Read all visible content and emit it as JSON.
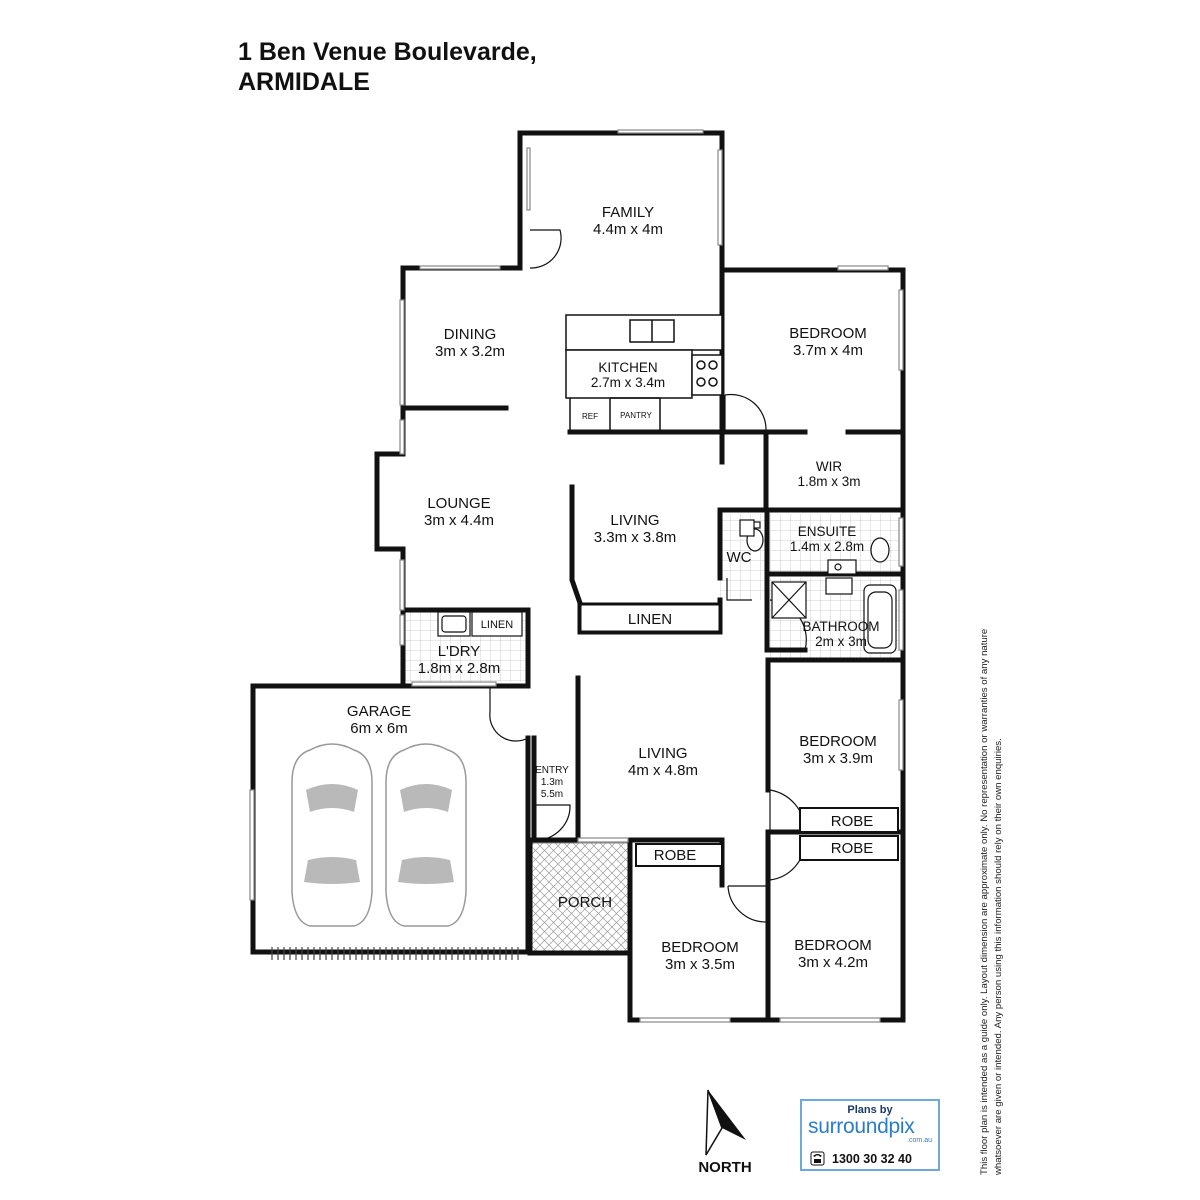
{
  "address": {
    "line1": "1 Ben Venue Boulevarde,",
    "line2": "ARMIDALE"
  },
  "colors": {
    "wall": "#111111",
    "tile": "#c8c8c8",
    "window": "#9a9a9a",
    "car": "#b9b9b9",
    "brand": "#2b7dc8"
  },
  "rooms": [
    {
      "id": "family",
      "name": "FAMILY",
      "size": "4.4m x 4m"
    },
    {
      "id": "bedroom-1",
      "name": "BEDROOM",
      "size": "3.7m x 4m"
    },
    {
      "id": "dining",
      "name": "DINING",
      "size": "3m x 3.2m"
    },
    {
      "id": "kitchen",
      "name": "KITCHEN",
      "size": "2.7m x 3.4m"
    },
    {
      "id": "wir",
      "name": "WIR",
      "size": "1.8m x 3m"
    },
    {
      "id": "lounge",
      "name": "LOUNGE",
      "size": "3m x 4.4m"
    },
    {
      "id": "living-1",
      "name": "LIVING",
      "size": "3.3m x 3.8m"
    },
    {
      "id": "ensuite",
      "name": "ENSUITE",
      "size": "1.4m x 2.8m"
    },
    {
      "id": "bathroom",
      "name": "BATHROOM",
      "size": "2m x 3m"
    },
    {
      "id": "laundry",
      "name": "L'DRY",
      "size": "1.8m x 2.8m"
    },
    {
      "id": "garage",
      "name": "GARAGE",
      "size": "6m x 6m"
    },
    {
      "id": "living-2",
      "name": "LIVING",
      "size": "4m x 4.8m"
    },
    {
      "id": "bedroom-2",
      "name": "BEDROOM",
      "size": "3m x 3.9m"
    },
    {
      "id": "bedroom-3",
      "name": "BEDROOM",
      "size": "3m x 3.5m"
    },
    {
      "id": "bedroom-4",
      "name": "BEDROOM",
      "size": "3m x 4.2m"
    }
  ],
  "entry": {
    "name": "ENTRY",
    "size1": "1.3m",
    "size2": "5.5m"
  },
  "labels": {
    "wc": "WC",
    "linen_hall": "LINEN",
    "linen_ldry": "LINEN",
    "porch": "PORCH",
    "robe_1": "ROBE",
    "robe_2": "ROBE",
    "robe_3": "ROBE",
    "ref": "REF",
    "pantry": "PANTRY"
  },
  "compass": {
    "label": "NORTH"
  },
  "logo": {
    "plans_by": "Plans by",
    "brand": "surroundpix",
    "domain": ".com.au",
    "phone": "1300 30 32 40",
    "phone_icon": "telephone-icon"
  },
  "disclaimer": [
    "This floor plan is intended as a guide only. Layout dimension are approximate only. No representation or warranties of any nature",
    "whatsoever are given or intended. Any person using this information should rely on their own enquiries."
  ]
}
